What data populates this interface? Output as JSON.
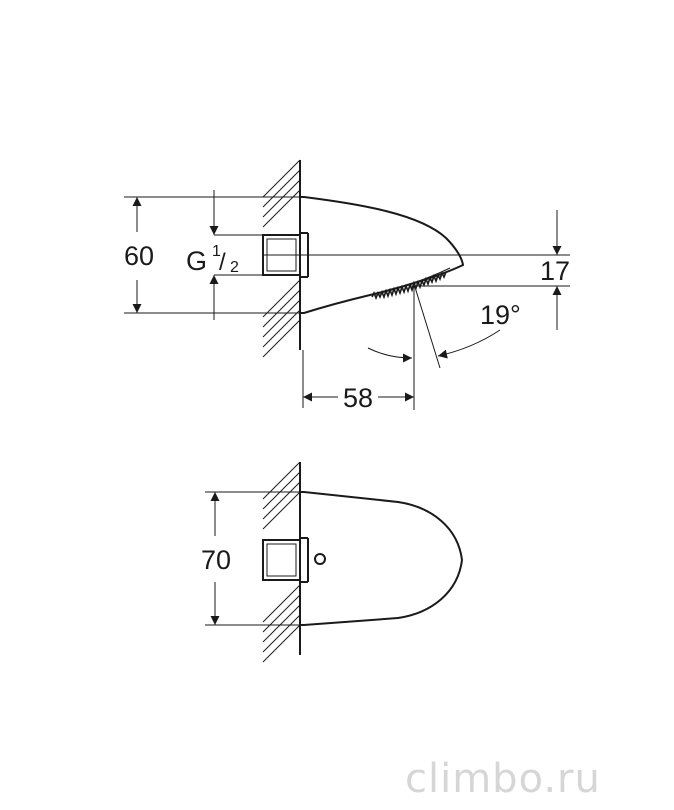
{
  "dimensions": {
    "height_side": "60",
    "thread_main": "G",
    "thread_num": "1",
    "thread_slash": "/",
    "thread_den": "2",
    "outlet_drop": "17",
    "spray_angle": "19°",
    "projection": "58",
    "width_top": "70"
  },
  "watermark": "climbo.ru",
  "colors": {
    "line": "#1a1a1a",
    "watermark": "#d6d6d6",
    "background": "#ffffff"
  }
}
